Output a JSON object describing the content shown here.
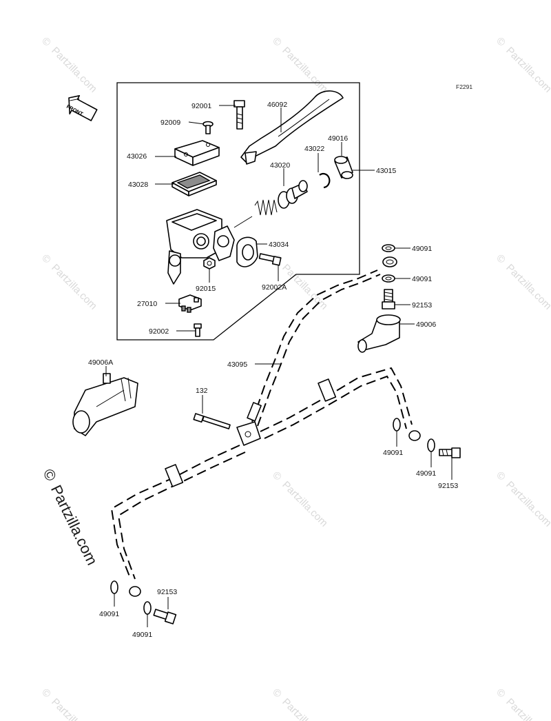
{
  "figure_code": "F2291",
  "direction_label": "FRONT",
  "watermark": {
    "symbol": "©",
    "text": "Partzilla.com"
  },
  "parts": {
    "p92001": "92001",
    "p46092": "46092",
    "p92009": "92009",
    "p43026": "43026",
    "p43022": "43022",
    "p49016": "49016",
    "p43020": "43020",
    "p43028": "43028",
    "p43015": "43015",
    "p43034": "43034",
    "p92015": "92015",
    "p92002A": "92002A",
    "p27010": "27010",
    "p92002": "92002",
    "p49091_a": "49091",
    "p49091_b": "49091",
    "p92153_a": "92153",
    "p49006": "49006",
    "p49006A": "49006A",
    "p43095": "43095",
    "p132": "132",
    "p49091_c": "49091",
    "p49091_d": "49091",
    "p92153_b": "92153",
    "p92153_c": "92153",
    "p49091_e": "49091",
    "p49091_f": "49091"
  }
}
